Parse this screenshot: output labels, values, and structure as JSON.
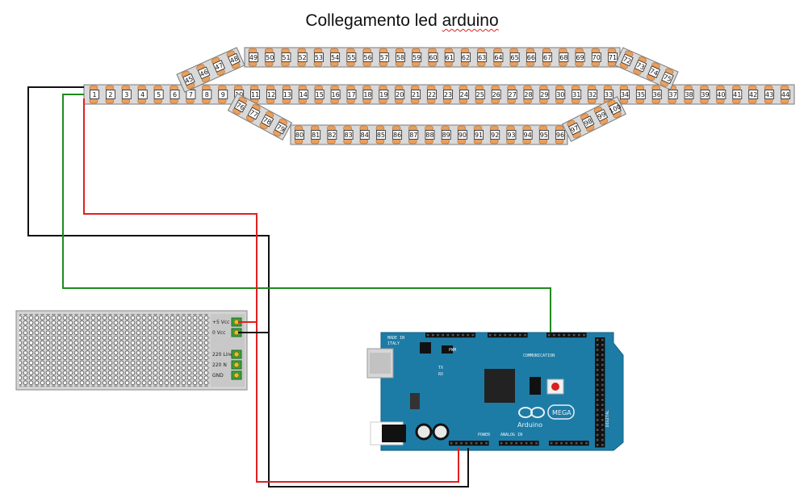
{
  "title_main": "Collegamento led ",
  "title_misspelled": "arduino",
  "strips": {
    "main": {
      "start": 1,
      "end": 44
    },
    "upper_branch": {
      "start": 49,
      "end": 71
    },
    "upper_left_diag": [
      45,
      46,
      47,
      48
    ],
    "upper_right_diag": [
      72,
      73,
      74,
      75
    ],
    "lower_left_diag": [
      76,
      77,
      78,
      79
    ],
    "lower_branch": {
      "start": 80,
      "end": 96
    },
    "lower_right_diag": [
      97,
      98,
      99,
      100
    ]
  },
  "power_supply": {
    "terminals": [
      "+5 Vcc",
      "0 Vcc",
      "220 Line",
      "220 N",
      "GND"
    ]
  },
  "arduino": {
    "brand": "Arduino",
    "model": "MEGA",
    "made_in": "MADE IN",
    "country": "ITALY",
    "labels": {
      "communication": "COMMUNICATION",
      "power": "POWER",
      "analog_in": "ANALOG IN",
      "tx": "TX",
      "rx": "RX",
      "pwm": "PWM",
      "digital": "DIGITAL"
    }
  },
  "wires": {
    "red": "#e02020",
    "black": "#111111",
    "green": "#1e8a1e"
  }
}
